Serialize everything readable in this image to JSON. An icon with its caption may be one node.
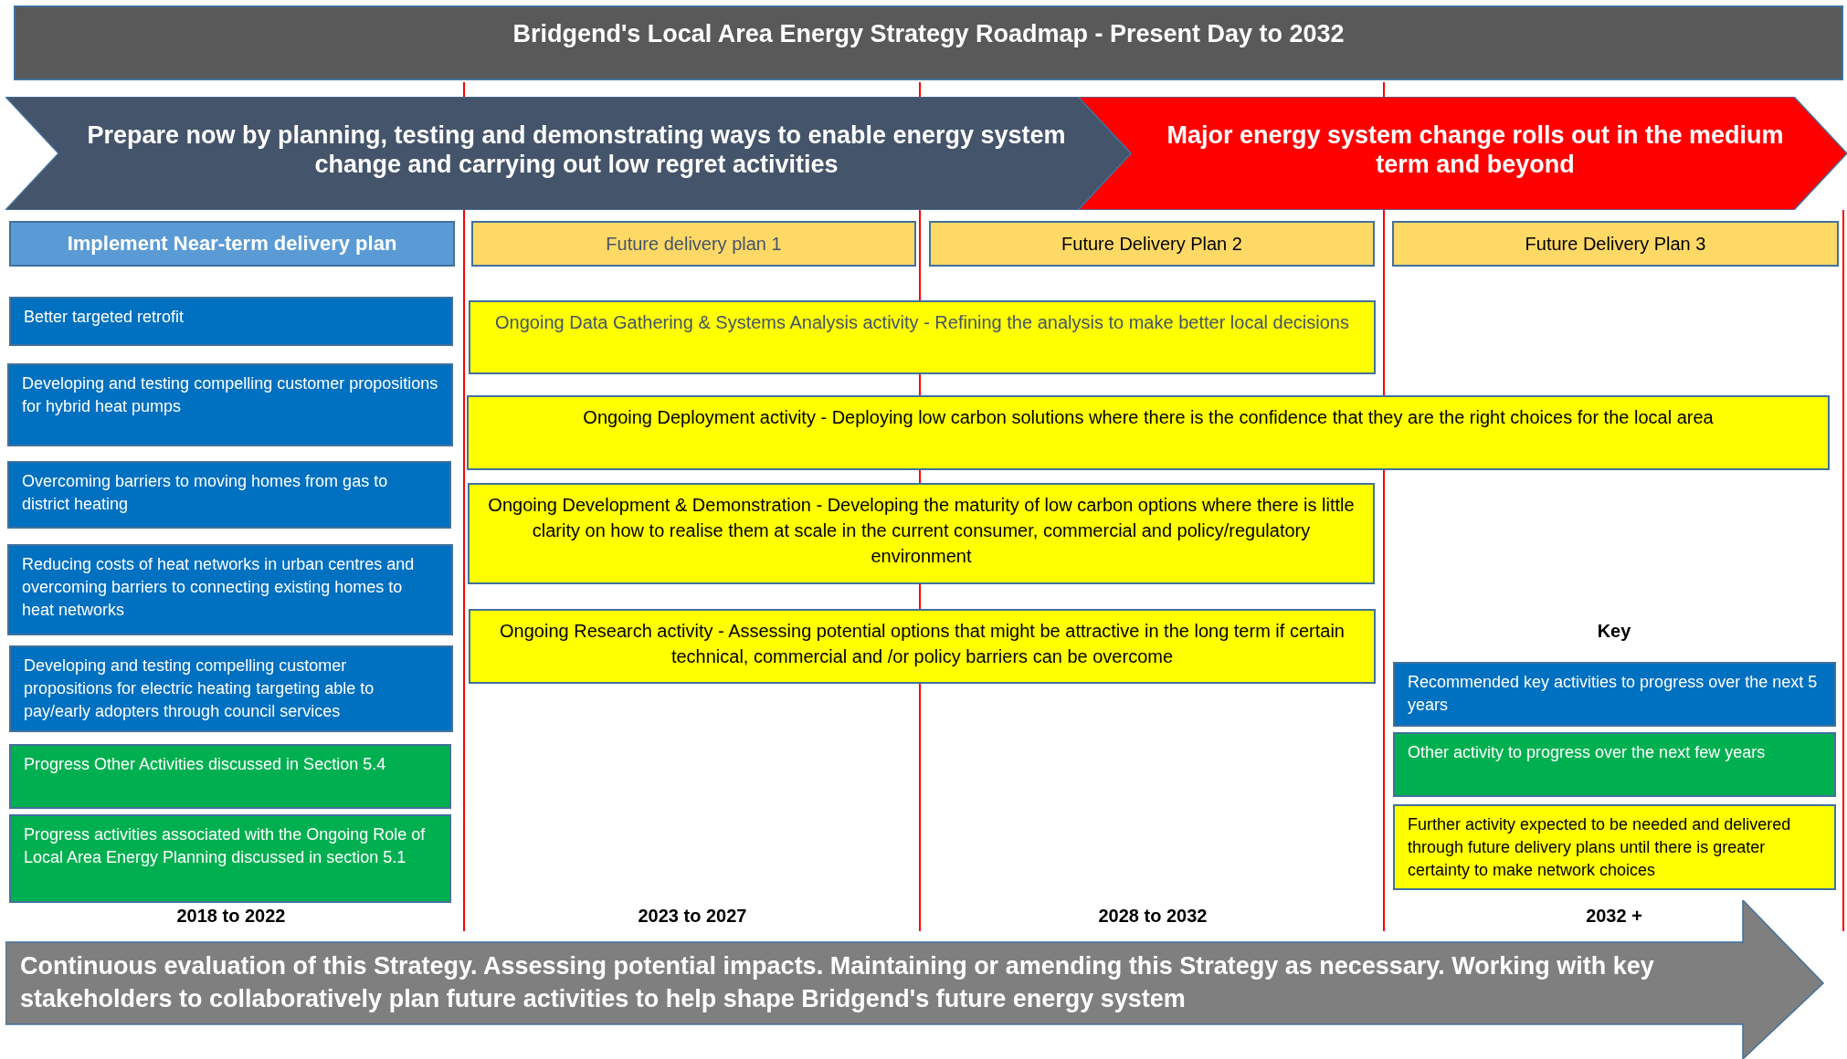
{
  "diagram": {
    "title": "Bridgend's Local Area Energy Strategy Roadmap - Present Day to 2032",
    "nodes": [
      {
        "text": [
          "Prepare now by planning, testing and demonstrating ways to enable energy system change and carrying out low regret activities"
        ]
      },
      {
        "text": [
          "Major energy system change rolls out in the medium term and beyond"
        ]
      },
      {
        "text": [
          "Implement Near-term delivery plan"
        ]
      },
      {
        "text": [
          "Future delivery plan 1"
        ]
      },
      {
        "text": [
          "Future Delivery Plan 2"
        ]
      },
      {
        "text": [
          "Future Delivery Plan 3"
        ]
      },
      {
        "text": [
          "Better  targeted  retrofit"
        ]
      },
      {
        "text": [
          "Developing and testing compelling customer propositions for hybrid heat pumps"
        ]
      },
      {
        "text": [
          "Overcoming barriers to moving homes from gas to district heating"
        ]
      },
      {
        "text": [
          "Reducing costs of heat networks  in urban centres and overcoming barriers to connecting existing homes  to heat networks"
        ]
      },
      {
        "text": [
          "Developing and testing compelling customer propositions for electric heating targeting able to pay/early adopters through council services"
        ]
      },
      {
        "text": [
          "Progress Other Activities discussed in Section 5.4"
        ]
      },
      {
        "text": [
          "Progress activities associated with the Ongoing Role of Local Area Energy Planning discussed in section 5.1"
        ]
      },
      {
        "text": [
          "Ongoing Data Gathering & Systems Analysis activity - Refining the analysis to make better local decisions"
        ]
      },
      {
        "text": [
          "Ongoing Deployment activity  - Deploying low carbon solutions where there is the confidence that they are the right choices for the local area"
        ]
      },
      {
        "text": [
          "Ongoing Development & Demonstration  -  Developing the maturity of low carbon options where there is little clarity on how to realise them at scale in the current consumer, commercial and policy/regulatory environment"
        ]
      },
      {
        "text": [
          "Ongoing Research activity  - Assessing potential options that might be attractive in the long term if certain technical, commercial and /or policy barriers can be overcome"
        ]
      },
      {
        "text": [
          "Continuous evaluation of this Strategy.  Assessing potential impacts.  Maintaining or amending this Strategy as necessary. Working with key stakeholders to collaboratively plan future activities to help shape Bridgend's future energy system"
        ]
      }
    ],
    "edges": [],
    "labels": [
      "Key",
      "2018 to 2022",
      "2023 to 2027",
      "2028 to 2032",
      "2032 +"
    ],
    "legend": [
      {
        "text": "Recommended  key activities to progress over the next 5 years",
        "color": "#0070c0"
      },
      {
        "text": "Other  activity to progress over the next few  years",
        "color": "#00b050"
      },
      {
        "text": "Further  activity expected to be needed  and delivered through future delivery plans until there is greater certainty to make network choices",
        "color": "#ffff00"
      }
    ]
  }
}
